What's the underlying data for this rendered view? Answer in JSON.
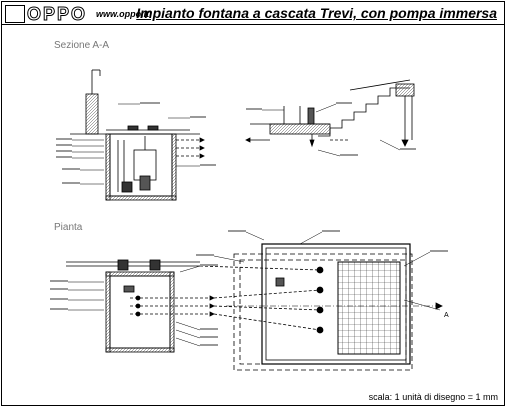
{
  "header": {
    "brand": "OPPO",
    "website": "www.oppo.it",
    "title": "Impianto fontana a cascata Trevi, con pompa immersa"
  },
  "sections": {
    "section_view": "Sezione A-A",
    "plan_view": "Pianta"
  },
  "section_marker": "A",
  "scale_note": "scala: 1 unità di disegno = 1 mm",
  "colors": {
    "line": "#000000",
    "label_gray": "#777777",
    "water": "#444444"
  }
}
